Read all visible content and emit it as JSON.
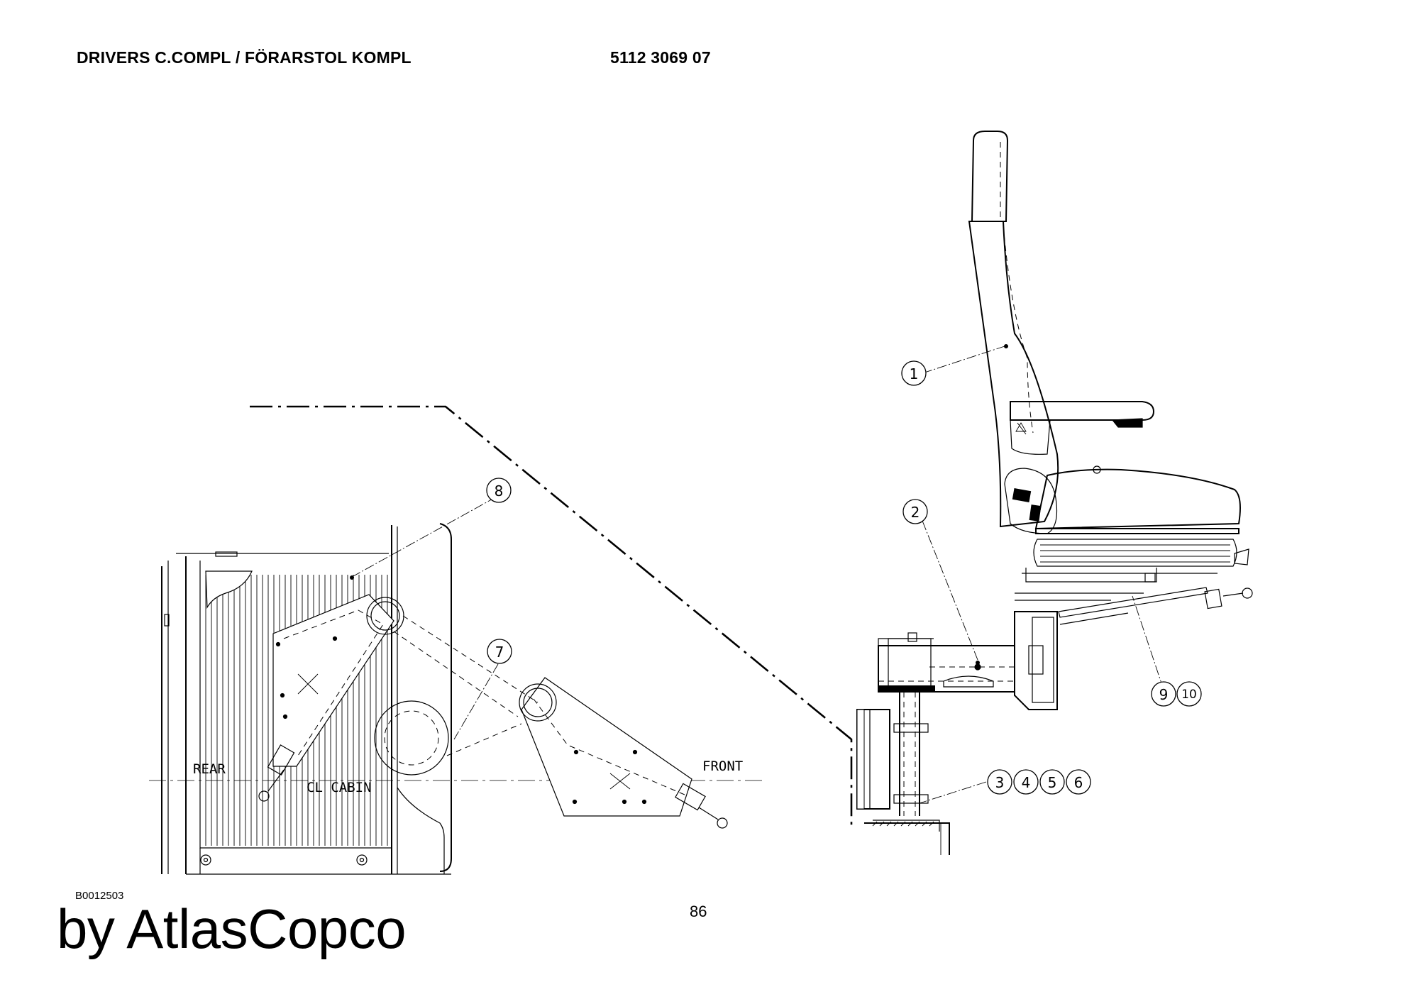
{
  "header": {
    "title": "DRIVERS C.COMPL / FÖRARSTOL KOMPL",
    "part_number": "5112 3069 07"
  },
  "drawing": {
    "labels": {
      "rear": "REAR",
      "front": "FRONT",
      "cabin": "CL CABIN"
    },
    "callouts": {
      "c1": "1",
      "c2": "2",
      "c3": "3",
      "c4": "4",
      "c5": "5",
      "c6": "6",
      "c7": "7",
      "c8": "8",
      "c9": "9",
      "c10": "10"
    }
  },
  "footer": {
    "drawing_code": "B0012503",
    "page_number": "86",
    "brand": "by AtlasCopco"
  }
}
